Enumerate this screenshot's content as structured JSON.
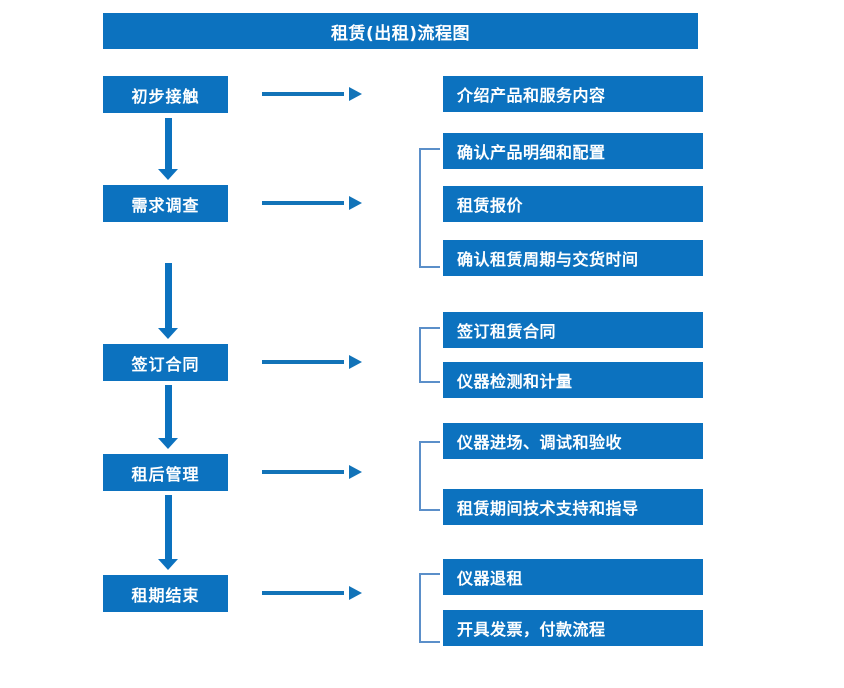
{
  "diagram": {
    "title": "租赁(出租)流程图",
    "colors": {
      "primary_blue": "#0C72BF",
      "arrow_blue": "#1273B8",
      "bracket_blue": "#5B8FC9",
      "text_on_blue": "#FFFFFF",
      "background": "#FFFFFF"
    },
    "stages": [
      {
        "label": "初步接触"
      },
      {
        "label": "需求调查"
      },
      {
        "label": "签订合同"
      },
      {
        "label": "租后管理"
      },
      {
        "label": "租期结束"
      }
    ],
    "groups": [
      {
        "stage": "初步接触",
        "bracketed": false,
        "details": [
          {
            "label": "介绍产品和服务内容"
          }
        ]
      },
      {
        "stage": "需求调查",
        "bracketed": true,
        "details": [
          {
            "label": "确认产品明细和配置"
          },
          {
            "label": "租赁报价"
          },
          {
            "label": "确认租赁周期与交货时间"
          }
        ]
      },
      {
        "stage": "签订合同",
        "bracketed": true,
        "details": [
          {
            "label": "签订租赁合同"
          },
          {
            "label": "仪器检测和计量"
          }
        ]
      },
      {
        "stage": "租后管理",
        "bracketed": true,
        "details": [
          {
            "label": "仪器进场、调试和验收"
          },
          {
            "label": "租赁期间技术支持和指导"
          }
        ]
      },
      {
        "stage": "租期结束",
        "bracketed": true,
        "details": [
          {
            "label": "仪器退租"
          },
          {
            "label": "开具发票，付款流程"
          }
        ]
      }
    ],
    "connectors": {
      "vertical_arrow_icon": "arrow-down-icon",
      "horizontal_arrow_icon": "arrow-right-icon",
      "bracket_icon": "group-bracket-icon"
    }
  }
}
